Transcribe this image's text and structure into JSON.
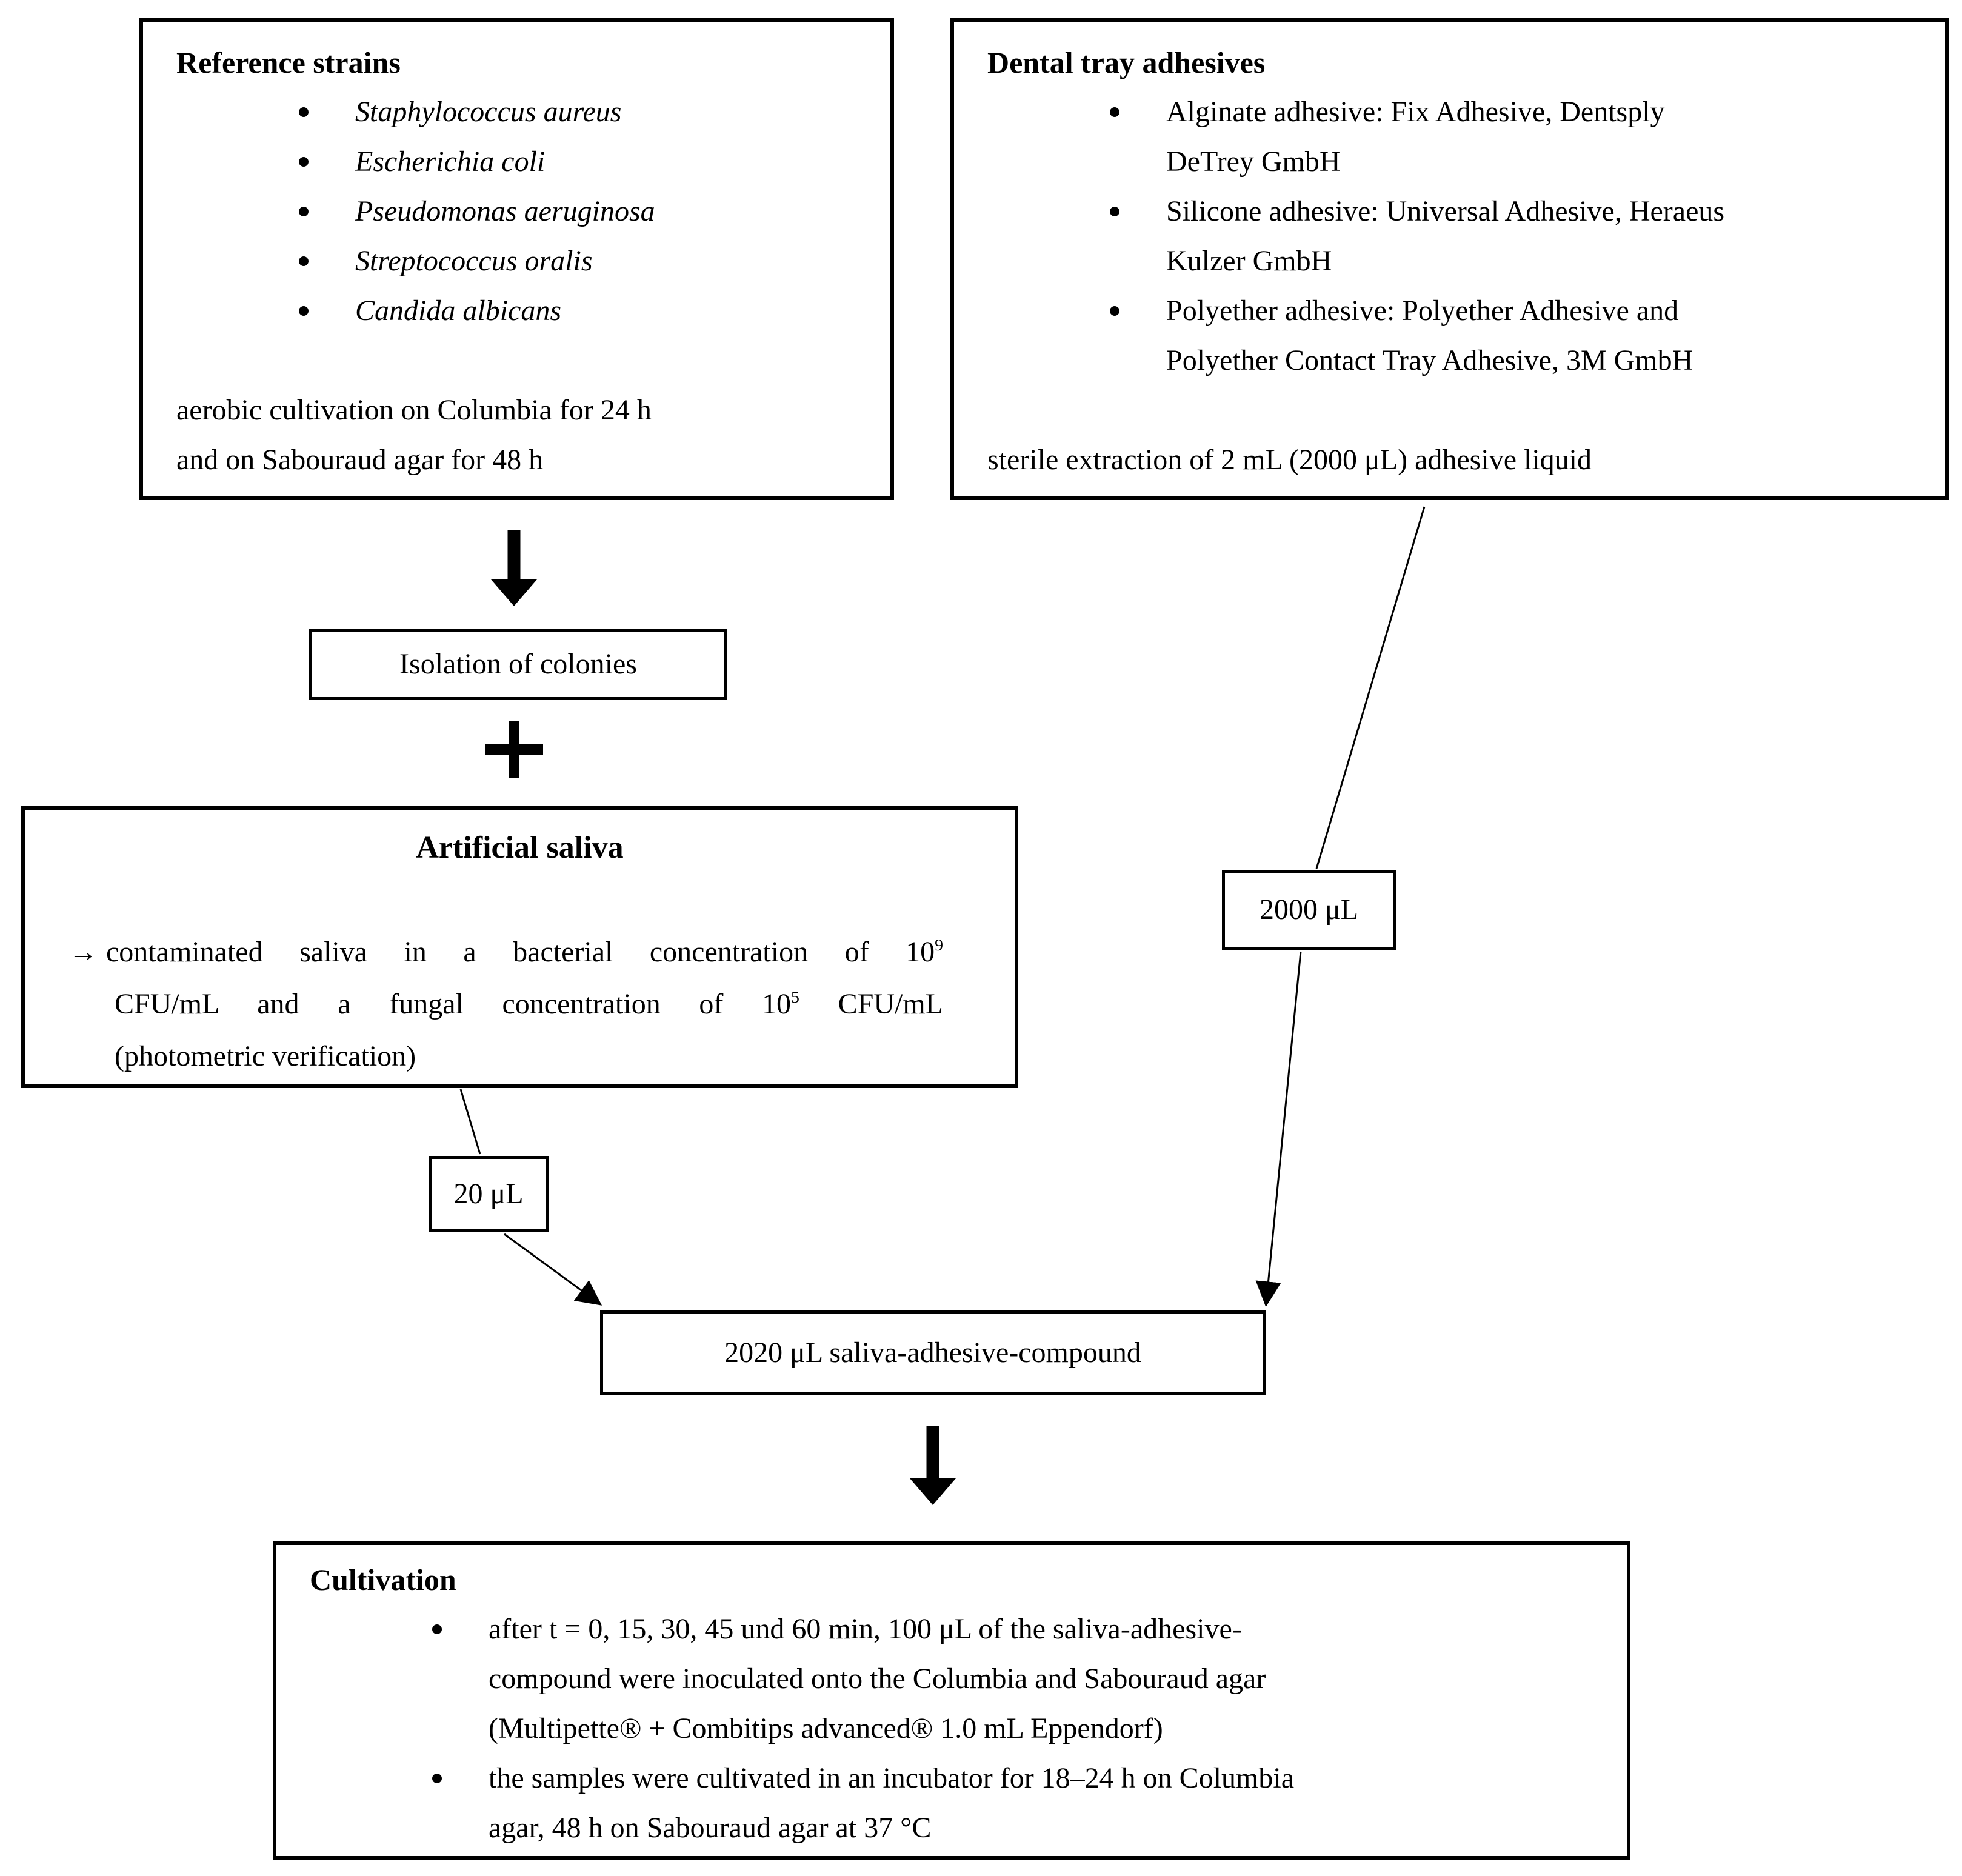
{
  "page": {
    "background_color": "#ffffff",
    "line_color": "#000000",
    "text_color": "#000000"
  },
  "reference_strains": {
    "title": "Reference strains",
    "items": [
      "Staphylococcus aureus",
      "Escherichia coli",
      "Pseudomonas aeruginosa",
      "Streptococcus oralis",
      "Candida albicans"
    ],
    "note_lines": [
      "aerobic cultivation on Columbia for 24 h",
      "and on Sabouraud agar for 48 h"
    ]
  },
  "dental_adhesives": {
    "title": "Dental tray adhesives",
    "items": [
      {
        "lines": [
          "Alginate adhesive: Fix Adhesive, Dentsply",
          "DeTrey GmbH"
        ]
      },
      {
        "lines": [
          "Silicone adhesive: Universal Adhesive, Heraeus",
          "Kulzer GmbH"
        ]
      },
      {
        "lines": [
          "Polyether adhesive: Polyether Adhesive and",
          "Polyether Contact Tray Adhesive, 3M GmbH"
        ]
      }
    ],
    "note": "sterile extraction of 2 mL (2000 μL) adhesive liquid"
  },
  "isolation": {
    "label": "Isolation of colonies"
  },
  "artificial_saliva": {
    "title": "Artificial saliva",
    "arrow_glyph": "→",
    "line1_text": "contaminated saliva in a bacterial concentration of 10",
    "line1_sup": "9",
    "line2_pre": "CFU/mL and a fungal concentration of 10",
    "line2_sup": "5",
    "line2_post": " CFU/mL",
    "line3": "(photometric verification)"
  },
  "flow_labels": {
    "adhesive_volume": "2000 μL",
    "saliva_volume": "20 μL",
    "compound": "2020 μL saliva-adhesive-compound"
  },
  "cultivation": {
    "title": "Cultivation",
    "bullet1_lines": [
      "after t = 0, 15, 30, 45 und 60 min, 100 μL of the saliva-adhesive-",
      "compound were inoculated onto the Columbia and Sabouraud agar",
      "(Multipette® + Combitips advanced® 1.0 mL Eppendorf)"
    ],
    "bullet2_lines": [
      "the samples were cultivated in an incubator for 18–24 h on Columbia",
      "agar, 48 h on Sabouraud agar at 37 °C"
    ]
  },
  "icons": {
    "plus": "+",
    "block_arrow_down": "↓",
    "thin_arrowhead": "➤"
  }
}
